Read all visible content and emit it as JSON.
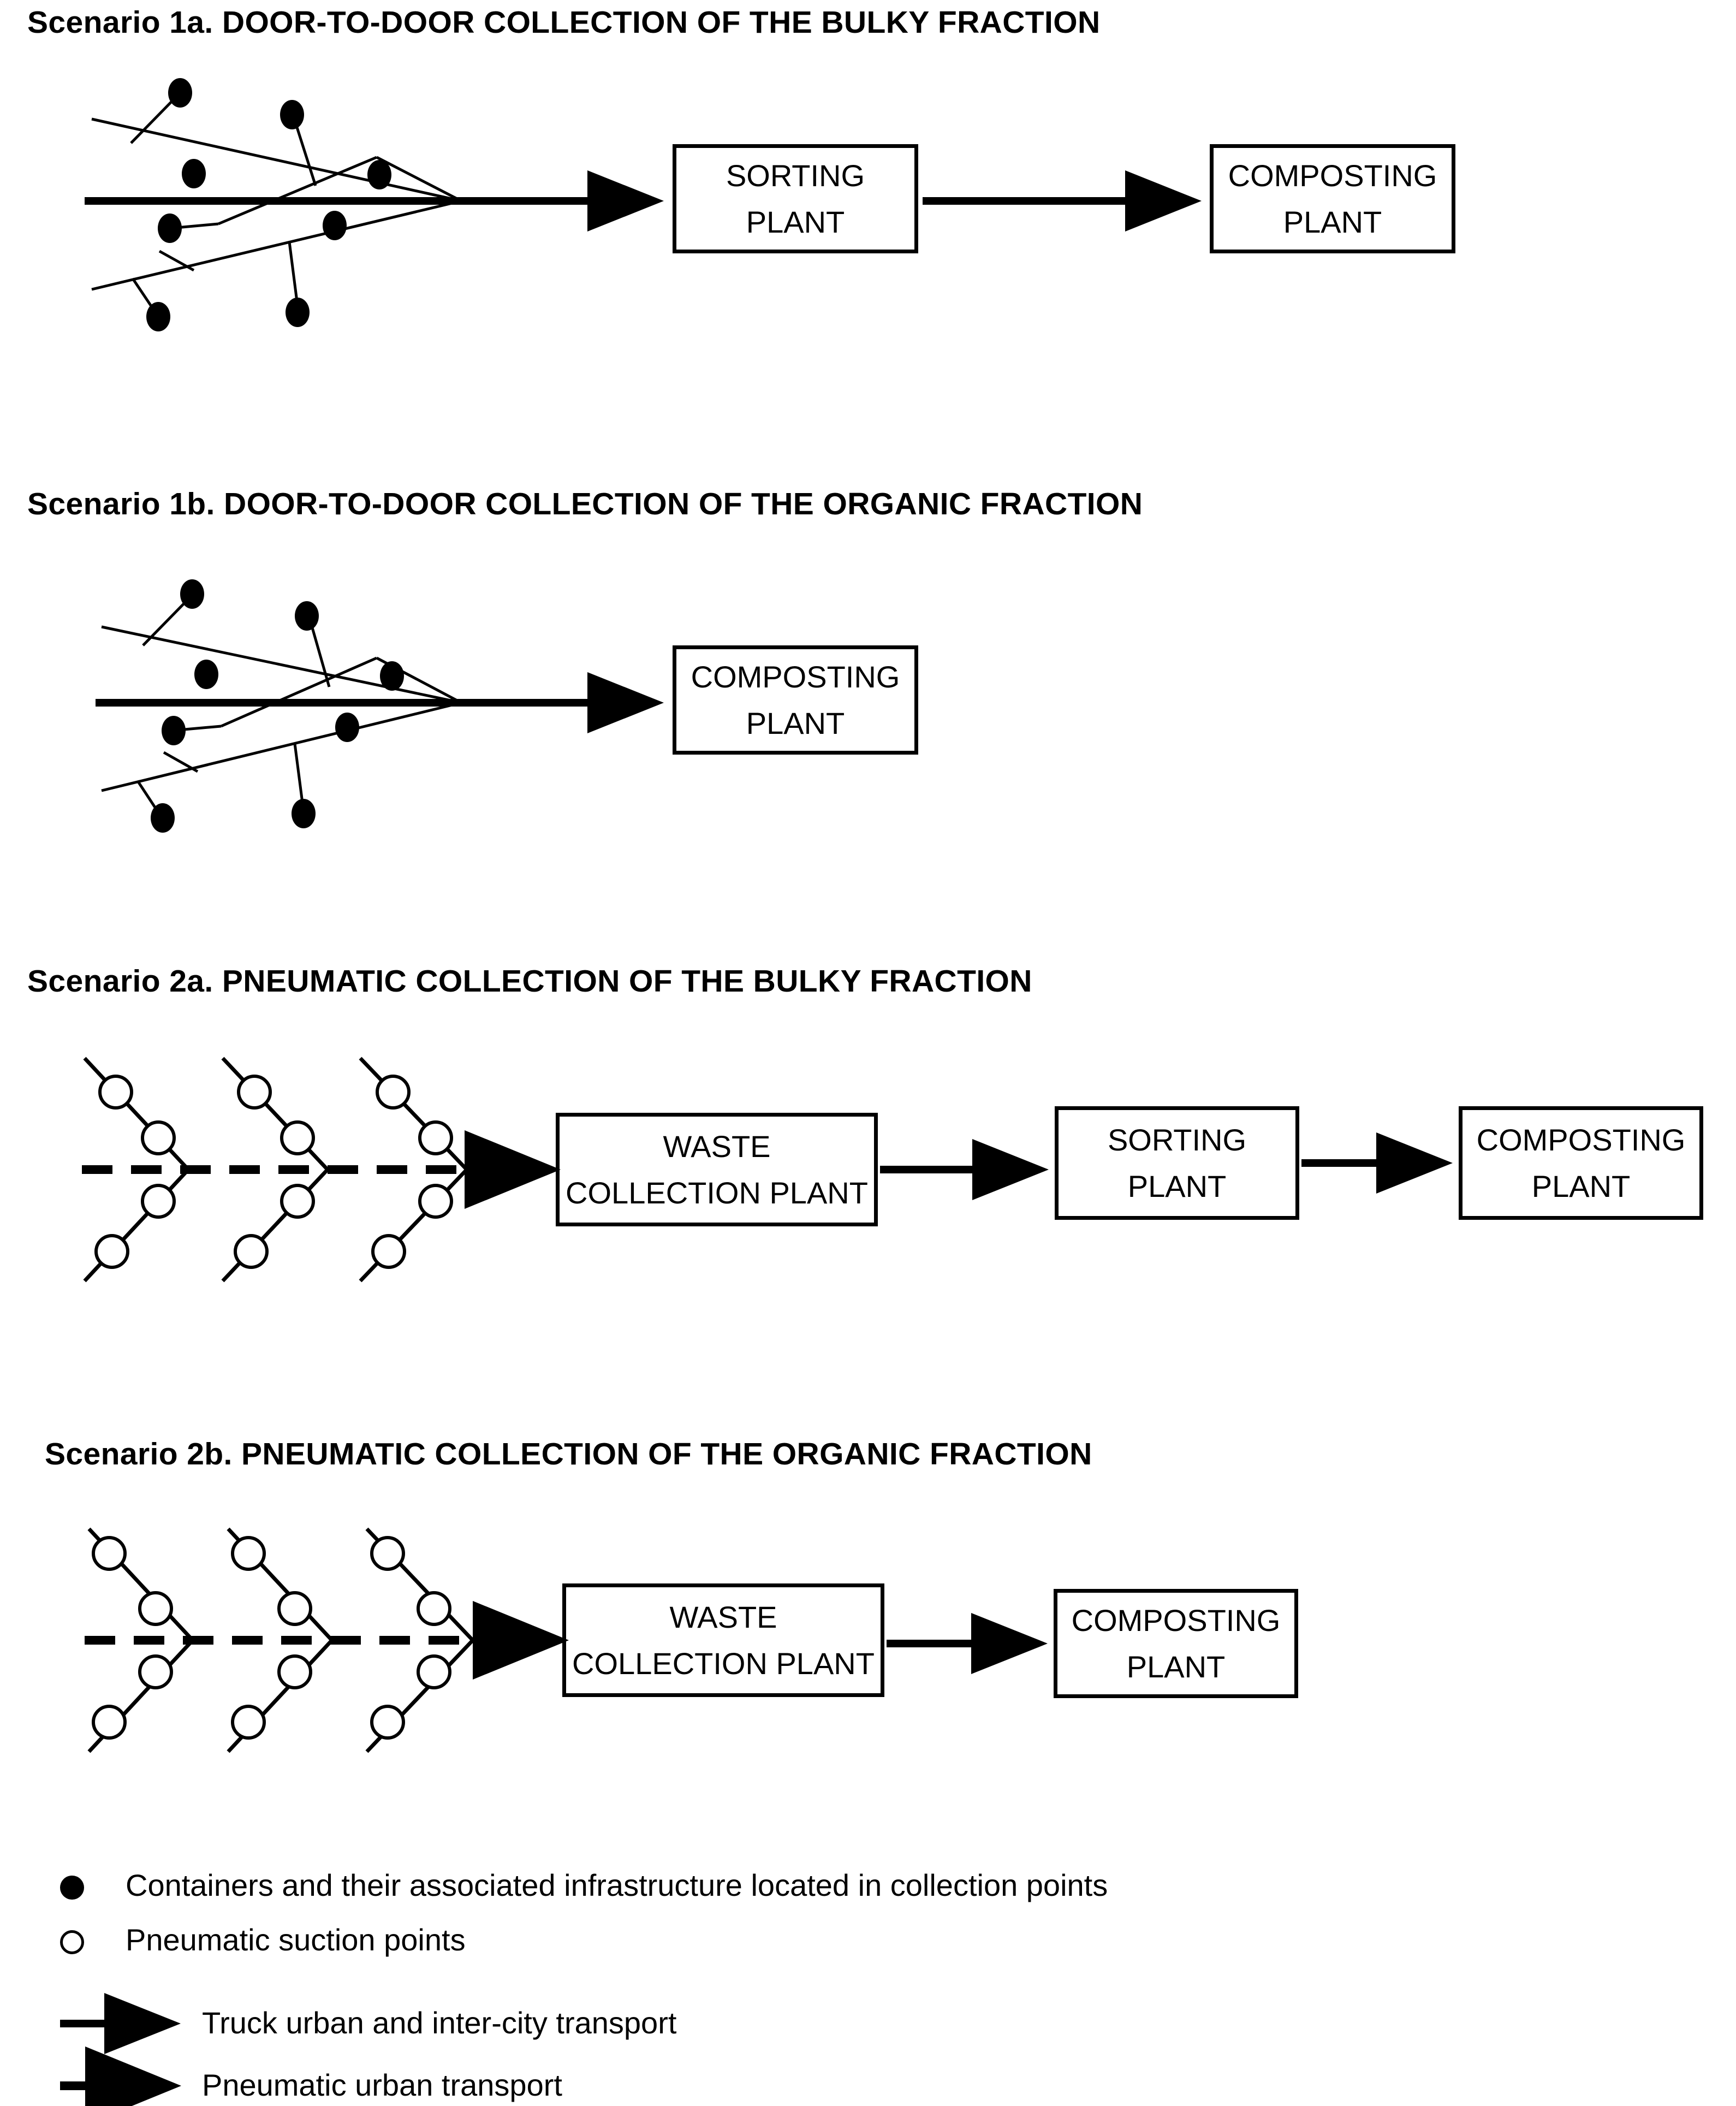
{
  "document": {
    "kind": "waste-collection-scenarios-diagram",
    "background_color": "#ffffff",
    "ink_color": "#000000"
  },
  "scenarios": [
    {
      "id": "1a",
      "title": "Scenario 1a. DOOR-TO-DOOR  COLLECTION OF THE BULKY FRACTION",
      "network_type": "door-to-door",
      "node_marker": "filled-circle",
      "transport": "truck",
      "boxes": [
        {
          "line1": "SORTING",
          "line2": "PLANT"
        },
        {
          "line1": "COMPOSTING",
          "line2": "PLANT"
        }
      ],
      "flow": "collection-points → SORTING PLANT → COMPOSTING PLANT",
      "container_count": 8
    },
    {
      "id": "1b",
      "title": "Scenario 1b. DOOR-TO-DOOR  COLLECTION OF THE ORGANIC FRACTION",
      "network_type": "door-to-door",
      "node_marker": "filled-circle",
      "transport": "truck",
      "boxes": [
        {
          "line1": "COMPOSTING",
          "line2": "PLANT"
        }
      ],
      "flow": "collection-points → COMPOSTING PLANT",
      "container_count": 8
    },
    {
      "id": "2a",
      "title": "Scenario 2a. PNEUMATIC COLLECTION  OF THE BULKY FRACTION",
      "network_type": "pneumatic",
      "node_marker": "hollow-circle",
      "transport": "pneumatic-then-truck",
      "boxes": [
        {
          "line1": "WASTE",
          "line2": "COLLECTION PLANT"
        },
        {
          "line1": "SORTING",
          "line2": "PLANT"
        },
        {
          "line1": "COMPOSTING",
          "line2": "PLANT"
        }
      ],
      "flow": "suction-points → WASTE COLLECTION PLANT → SORTING PLANT → COMPOSTING PLANT",
      "suction_point_count": 12
    },
    {
      "id": "2b",
      "title": "Scenario 2b. PNEUMATIC COLLECTION  OF THE ORGANIC FRACTION",
      "network_type": "pneumatic",
      "node_marker": "hollow-circle",
      "transport": "pneumatic-then-truck",
      "boxes": [
        {
          "line1": "WASTE",
          "line2": "COLLECTION PLANT"
        },
        {
          "line1": "COMPOSTING",
          "line2": "PLANT"
        }
      ],
      "flow": "suction-points → WASTE COLLECTION PLANT → COMPOSTING PLANT",
      "suction_point_count": 12
    }
  ],
  "legend": {
    "items": [
      {
        "marker": "filled-circle",
        "label": "Containers and their associated infrastructure located in collection points"
      },
      {
        "marker": "hollow-circle",
        "label": "Pneumatic suction points"
      },
      {
        "marker": "solid-arrow",
        "label": "Truck urban and inter-city transport"
      },
      {
        "marker": "dashed-arrow",
        "label": "Pneumatic urban transport"
      }
    ]
  }
}
